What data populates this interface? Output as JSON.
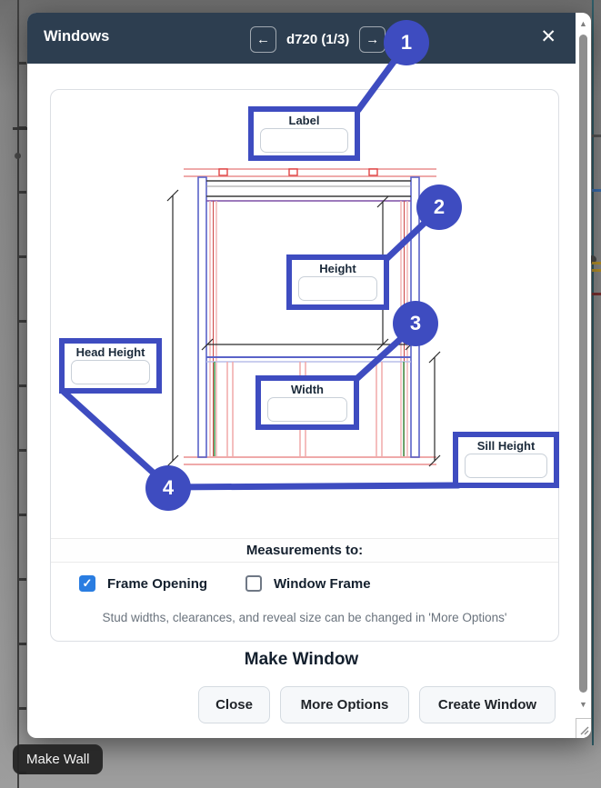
{
  "overlay": {
    "make_wall_label": "Make Wall"
  },
  "modal": {
    "header": {
      "title": "Windows",
      "pager": "d720 (1/3)"
    },
    "icons": {
      "prev": "←",
      "next": "→",
      "close": "✕",
      "check": "✓",
      "scroll_up": "▲",
      "scroll_down": "▼"
    },
    "fields": {
      "label": {
        "title": "Label",
        "value": ""
      },
      "height": {
        "title": "Height",
        "value": ""
      },
      "width": {
        "title": "Width",
        "value": ""
      },
      "head_height": {
        "title": "Head Height",
        "value": ""
      },
      "sill_height": {
        "title": "Sill Height",
        "value": ""
      }
    },
    "callouts": [
      "1",
      "2",
      "3",
      "4"
    ],
    "measurements": {
      "heading": "Measurements to:",
      "options": [
        {
          "label": "Frame Opening",
          "checked": true
        },
        {
          "label": "Window Frame",
          "checked": false
        }
      ],
      "note": "Stud widths, clearances, and reveal size can be changed in 'More Options'"
    },
    "footer": {
      "title": "Make Window",
      "buttons": [
        {
          "label": "Close"
        },
        {
          "label": "More Options"
        },
        {
          "label": "Create Window"
        }
      ]
    }
  },
  "colors": {
    "accent_indigo": "#3e4cc0",
    "header_bg": "#2d3e50",
    "checkbox_blue": "#2a7de1",
    "framing_pink": "#efaaaa",
    "framing_blue": "#5a63c8",
    "framing_green": "#3f9e52",
    "framing_purple": "#7d4fa5"
  }
}
